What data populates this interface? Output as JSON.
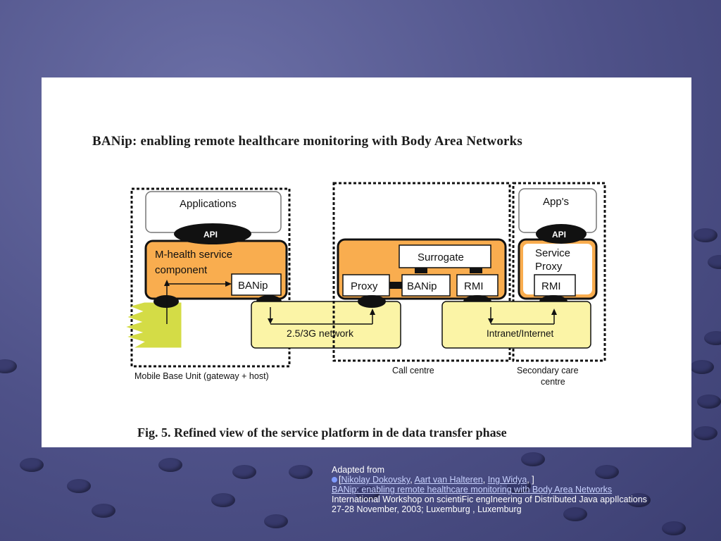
{
  "figure": {
    "title": "BANip: enabling remote healthcare monitoring with Body Area Networks",
    "caption": "Fig. 5. Refined view of the service platform in de data transfer phase",
    "labels": {
      "applications": "Applications",
      "api_left": "API",
      "mhealth_line1": "M-health service",
      "mhealth_line2": "component",
      "banip_left": "BANip",
      "network_left": "2.5/3G network",
      "mobile_base_unit": "Mobile Base Unit (gateway + host)",
      "surrogate": "Surrogate",
      "proxy": "Proxy",
      "banip_centre": "BANip",
      "rmi_centre": "RMI",
      "call_centre": "Call centre",
      "intranet": "Intranet/Internet",
      "apps": "App's",
      "api_right": "API",
      "service_line1": "Service",
      "service_line2": "Proxy",
      "rmi_right": "RMI",
      "secondary_line1": "Secondary care",
      "secondary_line2": "centre"
    }
  },
  "colors": {
    "orange": "#f9ad4f",
    "yellow": "#fbf4a6",
    "lime": "#d4dc46"
  },
  "reference": {
    "adapted_from": "Adapted from",
    "bracket_open": "[",
    "authors": [
      "Nikolay Dokovsky",
      "Aart van Halteren",
      "Ing Widya"
    ],
    "sep1": ", ",
    "sep2": ", ",
    "bracket_close": ", ]",
    "paper_title": "BANip: enabling remote healthcare monitoring with Body Area Networks",
    "venue": "International Workshop on scientiFic engIneering of Distributed Java appIlcations",
    "dates": "27-28 November, 2003; Luxemburg , Luxemburg"
  }
}
